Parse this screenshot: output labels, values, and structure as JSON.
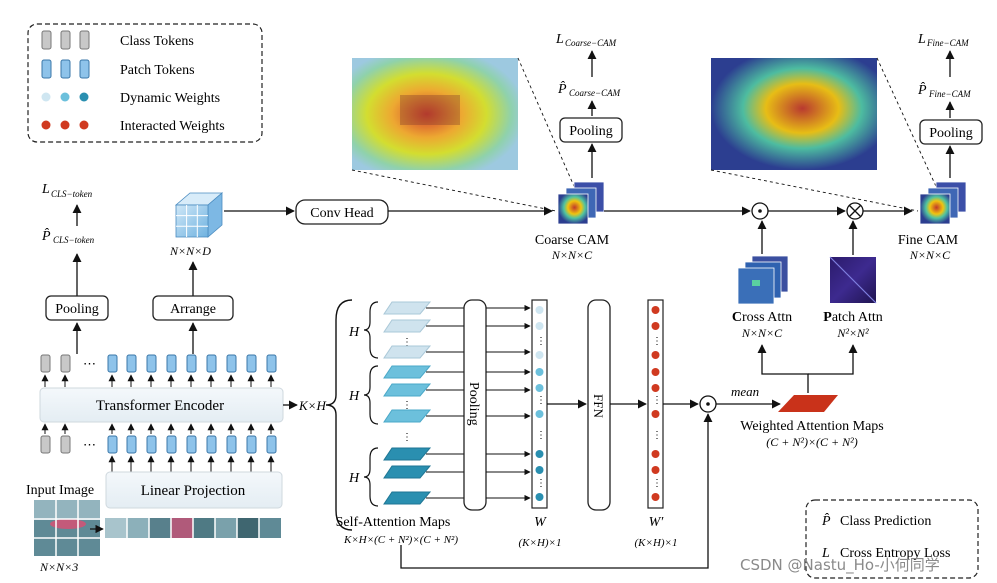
{
  "legend": {
    "class_tokens": "Class Tokens",
    "patch_tokens": "Patch Tokens",
    "dynamic_weights": "Dynamic Weights",
    "interacted_weights": "Interacted Weights"
  },
  "left": {
    "loss_cls": "L",
    "loss_cls_sub": "CLS−token",
    "pred_cls": "P̂",
    "pred_cls_sub": "CLS−token",
    "pooling": "Pooling",
    "arrange": "Arrange",
    "arrange_dims": "N×N×D",
    "transformer_encoder": "Transformer Encoder",
    "linear_projection": "Linear Projection",
    "input_image": "Input Image",
    "input_dims": "N×N×3",
    "dots": "⋯",
    "kh": "K×H"
  },
  "coarse": {
    "conv_head": "Conv Head",
    "loss": "L",
    "loss_sub": "Coarse−CAM",
    "pred": "P̂",
    "pred_sub": "Coarse−CAM",
    "pooling": "Pooling",
    "cam_label": "Coarse CAM",
    "cam_dims": "N×N×C"
  },
  "fine": {
    "loss": "L",
    "loss_sub": "Fine−CAM",
    "pred": "P̂",
    "pred_sub": "Fine−CAM",
    "pooling": "Pooling",
    "cam_label": "Fine CAM",
    "cam_dims": "N×N×C"
  },
  "attn": {
    "cross_attn_bold": "C",
    "cross_attn_rest": "ross Attn",
    "cross_dims": "N×N×C",
    "patch_attn_bold": "P",
    "patch_attn_rest": "atch Attn",
    "patch_dims": "N²×N²",
    "mean": "mean",
    "weighted_maps": "Weighted Attention Maps",
    "weighted_dims": "(C + N²)×(C + N²)"
  },
  "middle": {
    "h_label": "H",
    "pooling": "Pooling",
    "ffn": "FFN",
    "self_attn_maps": "Self-Attention Maps",
    "self_attn_dims": "K×H×(C + N²)×(C + N²)",
    "w": "W",
    "w_dims": "(K×H)×1",
    "w_prime": "W′",
    "w_prime_dims": "(K×H)×1",
    "vdots": "⋮"
  },
  "legend2": {
    "class_prediction_sym": "P̂",
    "class_prediction": "Class Prediction",
    "cross_entropy_sym": "L",
    "cross_entropy": "Cross Entropy Loss"
  },
  "watermark": "CSDN @Nastu_Ho-小何同学",
  "colors": {
    "class_token": "#c8c8c8",
    "patch_token": "#8ec3ea",
    "dyn_light": "#cfe6f1",
    "dyn_mid": "#6cc0dc",
    "dyn_dark": "#2a8fb0",
    "interacted": "#d03a20",
    "weighted_maps": "#c9321a"
  }
}
